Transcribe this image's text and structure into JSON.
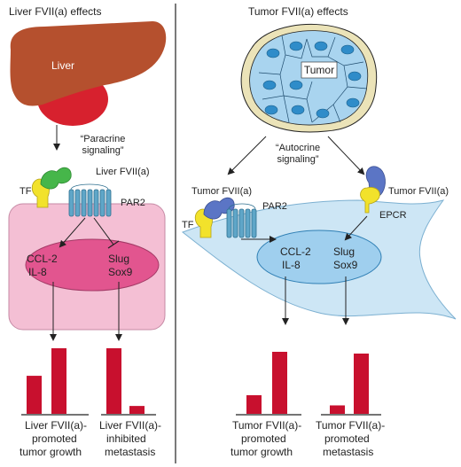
{
  "left": {
    "title": "Liver FVII(a) effects",
    "liver_label": "Liver",
    "signaling_line1": "“Paracrine",
    "signaling_line2": "signaling”",
    "ligand_label": "Liver FVII(a)",
    "tf_label": "TF",
    "receptor_label": "PAR2",
    "nucleus_genes_a": [
      "CCL-2",
      "IL-8"
    ],
    "nucleus_genes_b": [
      "Slug",
      "Sox9"
    ],
    "outcome_a": [
      "Liver FVII(a)-",
      "promoted",
      "tumor growth"
    ],
    "outcome_b": [
      "Liver FVII(a)-",
      "inhibited",
      "metastasis"
    ]
  },
  "right": {
    "title": "Tumor FVII(a) effects",
    "tumor_label": "Tumor",
    "signaling_line1": "“Autocrine",
    "signaling_line2": "signaling”",
    "ligand_left_label": "Tumor FVII(a)",
    "ligand_right_label": "Tumor FVII(a)",
    "tf_label": "TF",
    "receptor_label": "PAR2",
    "epcr_label": "EPCR",
    "nucleus_genes_a": [
      "CCL-2",
      "IL-8"
    ],
    "nucleus_genes_b": [
      "Slug",
      "Sox9"
    ],
    "outcome_a": [
      "Tumor FVII(a)-",
      "promoted",
      "tumor growth"
    ],
    "outcome_b": [
      "Tumor FVII(a)-",
      "promoted",
      "metastasis"
    ]
  },
  "bars": {
    "color": "#c8102e",
    "left_growth": [
      0.58,
      1.0
    ],
    "left_metastasis": [
      1.0,
      0.12
    ],
    "right_growth": [
      0.3,
      1.0
    ],
    "right_metastasis": [
      0.14,
      1.0
    ]
  },
  "colors": {
    "liver": "#b5502e",
    "liver_lower": "#d7212e",
    "cell_left": "#f4bfd4",
    "nucleus_left": "#e2558f",
    "cell_right": "#cde6f5",
    "nucleus_right": "#9fcfee",
    "tumor_cell": "#a9d4ef",
    "tumor_nucleus": "#2f8cc9",
    "receptor": "#5fa6c8",
    "tf": "#f2e22b",
    "ligand_green": "#46b64a",
    "ligand_blue": "#5b75c5"
  }
}
